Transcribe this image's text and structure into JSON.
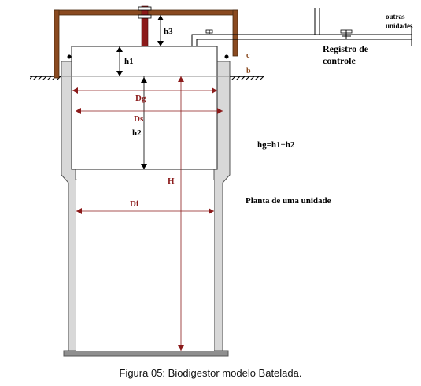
{
  "labels": {
    "h1": "h1",
    "h2": "h2",
    "h3": "h3",
    "Dg": "Dg",
    "Ds": "Ds",
    "Di": "Di",
    "H": "H",
    "c": "c",
    "b": "b",
    "outras": "outras",
    "unidades": "unidades",
    "registro_line1": "Registro de",
    "registro_line2": "controle",
    "formula": "hg=h1+h2",
    "planta": "Planta de uma unidade"
  },
  "caption": "Figura 05: Biodigestor modelo Batelada.",
  "colors": {
    "wall_fill": "#d8d8d8",
    "wall_stroke": "#555555",
    "brown": "#8a4a20",
    "dim_red": "#8b1a1a",
    "line": "#000000"
  }
}
